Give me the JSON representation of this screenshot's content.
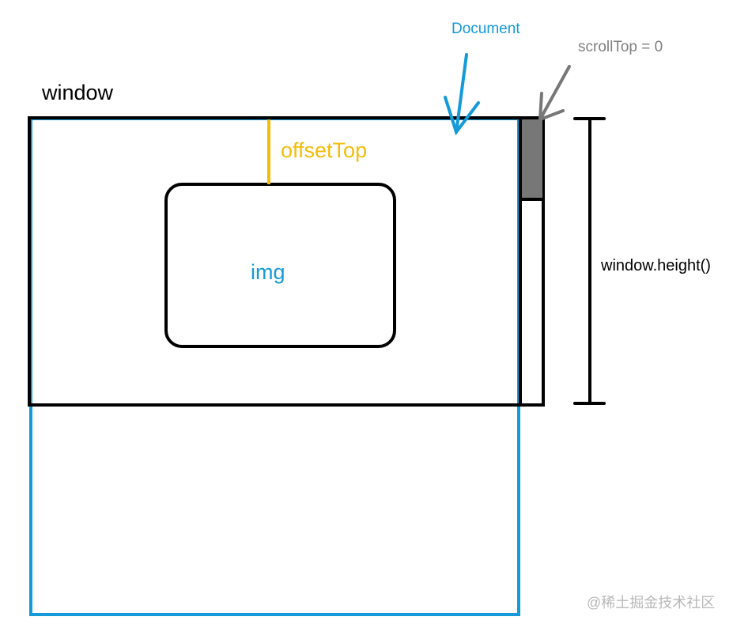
{
  "labels": {
    "window": "window",
    "document": "Document",
    "scroll_top": "scrollTop = 0",
    "offset_top": "offsetTop",
    "img": "img",
    "window_height": "window.height()",
    "watermark": "@稀土掘金技术社区"
  },
  "colors": {
    "document": "#149ad8",
    "window": "#000000",
    "offset_top": "#f3bd08",
    "scrollbar": "#808080",
    "watermark": "#b8b8b8"
  }
}
